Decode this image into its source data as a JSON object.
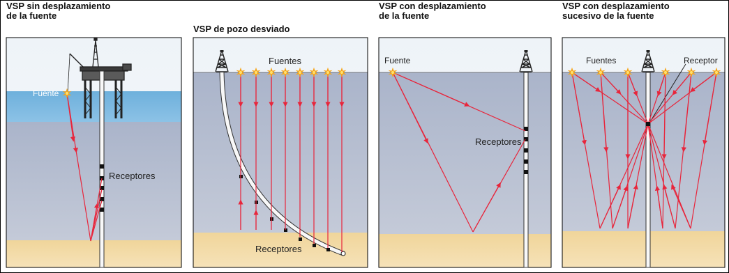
{
  "panels": [
    {
      "title": "VSP sin desplazamiento\nde la fuente",
      "labels": {
        "source": "Fuente",
        "receivers": "Receptores"
      }
    },
    {
      "title": "VSP de pozo desviado",
      "labels": {
        "sources": "Fuentes",
        "receivers": "Receptores"
      }
    },
    {
      "title": "VSP con desplazamiento\nde la fuente",
      "labels": {
        "source": "Fuente",
        "receivers": "Receptores"
      }
    },
    {
      "title": "VSP con desplazamiento\nsucesivo de la fuente",
      "labels": {
        "sources": "Fuentes",
        "receiver": "Receptor"
      }
    }
  ],
  "colors": {
    "ray": "#e8253b",
    "sky": "#f2f5f9",
    "sea": "#7ab6de",
    "subsurface": "#b4bccf",
    "sand": "#f3d9a4",
    "receiver": "#111111",
    "star": "#f6a417"
  },
  "icons": [
    "offshore-platform-icon",
    "derrick-icon",
    "source-star-icon",
    "receiver-marker-icon"
  ]
}
